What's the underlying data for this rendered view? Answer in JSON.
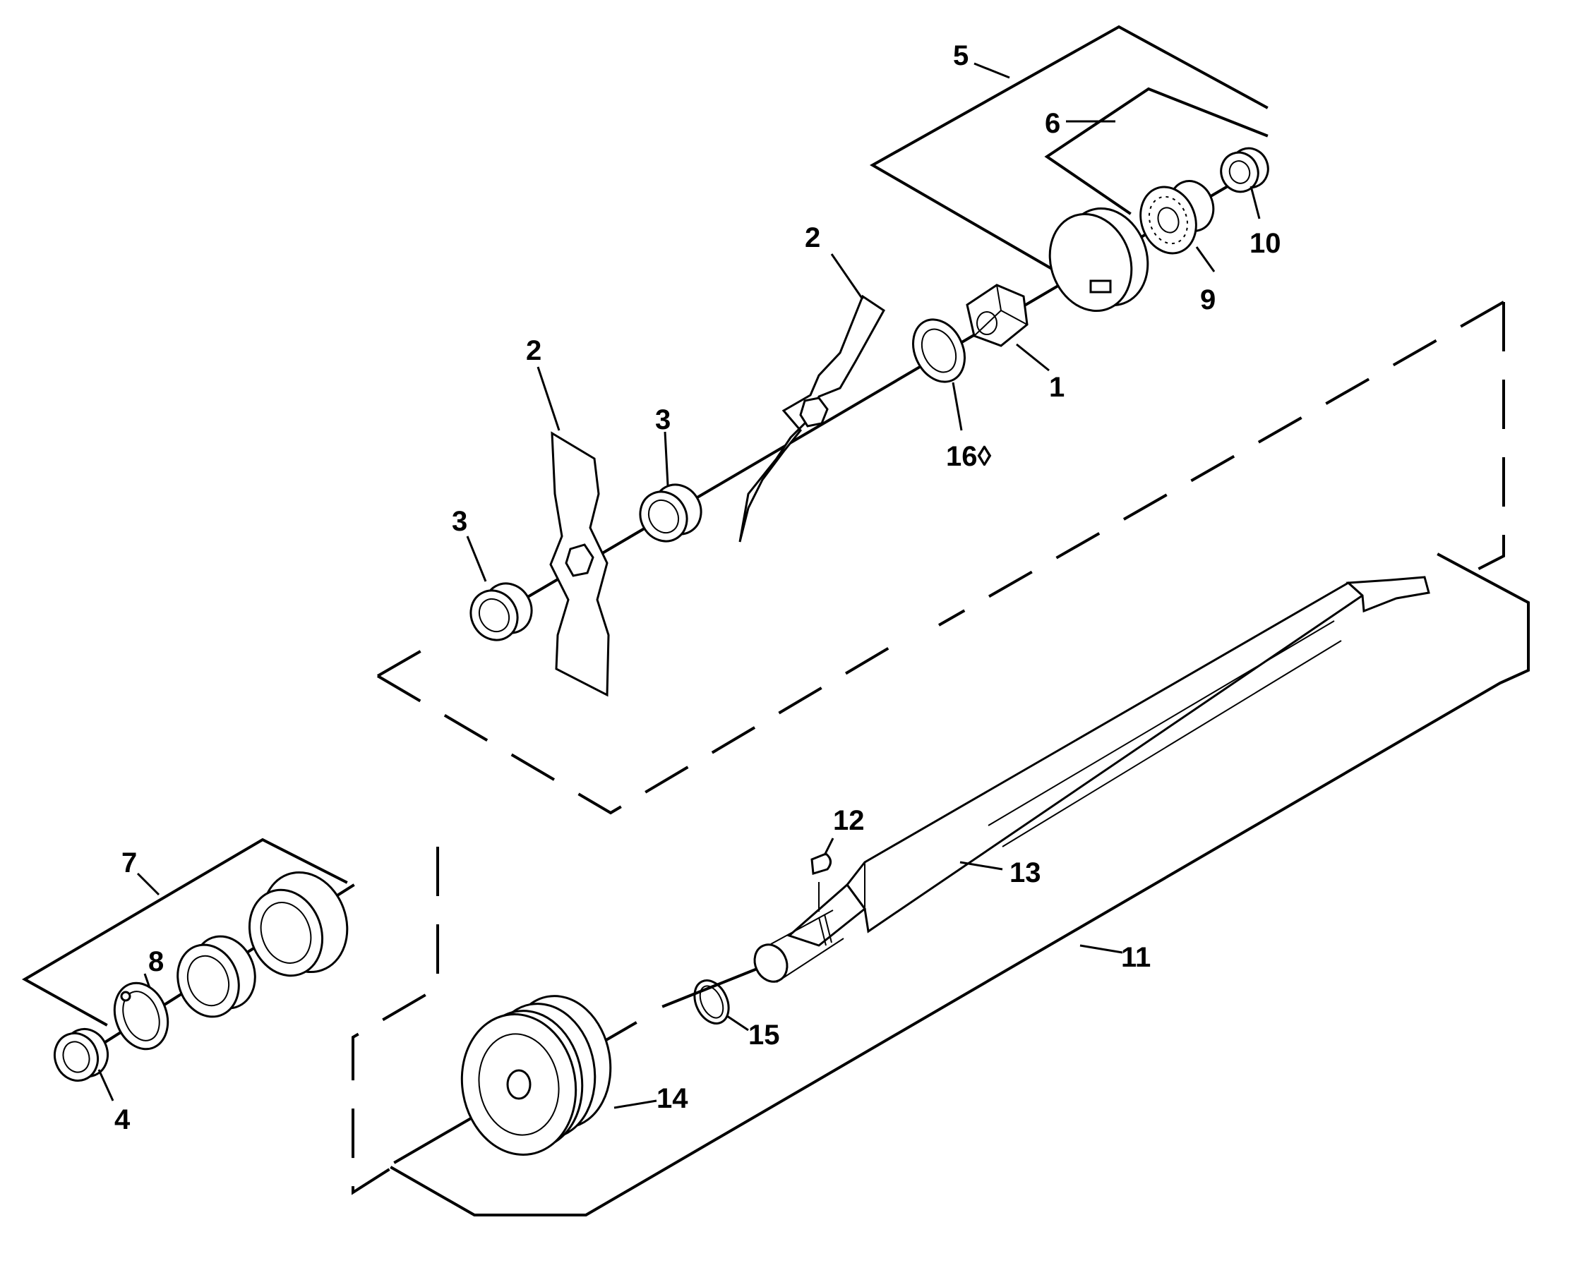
{
  "diagram": {
    "callouts": [
      {
        "id": "c1",
        "text": "1"
      },
      {
        "id": "c2a",
        "text": "2"
      },
      {
        "id": "c2b",
        "text": "2"
      },
      {
        "id": "c3a",
        "text": "3"
      },
      {
        "id": "c3b",
        "text": "3"
      },
      {
        "id": "c4",
        "text": "4"
      },
      {
        "id": "c5",
        "text": "5"
      },
      {
        "id": "c6",
        "text": "6"
      },
      {
        "id": "c7",
        "text": "7"
      },
      {
        "id": "c8",
        "text": "8"
      },
      {
        "id": "c9",
        "text": "9"
      },
      {
        "id": "c10",
        "text": "10"
      },
      {
        "id": "c11",
        "text": "11"
      },
      {
        "id": "c12",
        "text": "12"
      },
      {
        "id": "c13",
        "text": "13"
      },
      {
        "id": "c14",
        "text": "14"
      },
      {
        "id": "c15",
        "text": "15"
      },
      {
        "id": "c16",
        "text": "16◊"
      }
    ]
  }
}
